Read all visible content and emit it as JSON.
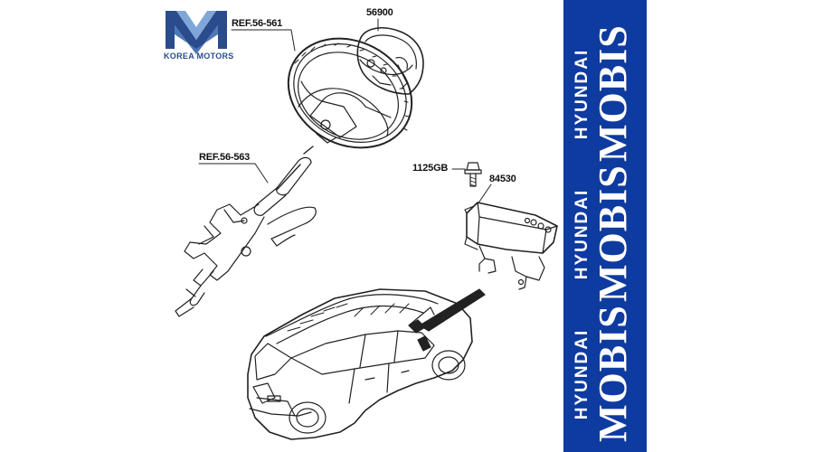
{
  "logo": {
    "text": "KOREA MOTORS"
  },
  "labels": {
    "ref_wheel": "REF.56-561",
    "airbag_driver": "56900",
    "ref_column": "REF.56-563",
    "bolt": "1125GB",
    "airbag_passenger": "84530"
  },
  "brand_panel": {
    "blocks": [
      {
        "hyundai": "HYUNDAI",
        "mobis": "MOBIS"
      },
      {
        "hyundai": "HYUNDAI",
        "mobis": "MOBIS"
      },
      {
        "hyundai": "HYUNDAI",
        "mobis": "MOBIS"
      }
    ]
  },
  "colors": {
    "panel": "#0e3ba0",
    "logo_blue": "#2a4c8c",
    "logo_light": "#7fa6d8"
  }
}
